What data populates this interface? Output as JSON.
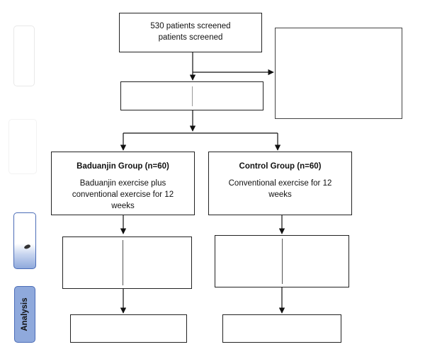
{
  "screening": {
    "line1": "530 patients screened",
    "line2": "patients screened"
  },
  "baduanjin_group": {
    "title": "Baduanjin Group  (n=60)",
    "description": "Baduanjin exercise plus conventional exercise for 12 weeks"
  },
  "control_group": {
    "title": "Control Group (n=60)",
    "description": "Conventional exercise for 12 weeks"
  },
  "side_labels": {
    "analysis": "Analysis"
  },
  "colors": {
    "tab_fill": "#8fa9dc",
    "tab_border": "#4b6cb7",
    "line": "#111111"
  }
}
